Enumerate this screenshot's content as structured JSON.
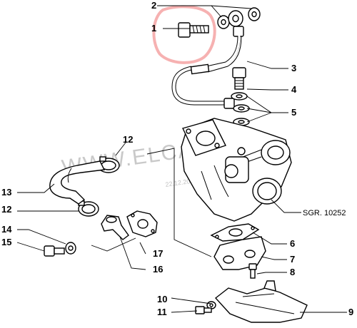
{
  "diagram": {
    "callouts": [
      {
        "id": "c1",
        "label": "1"
      },
      {
        "id": "c2",
        "label": "2"
      },
      {
        "id": "c3",
        "label": "3"
      },
      {
        "id": "c4",
        "label": "4"
      },
      {
        "id": "c5",
        "label": "5"
      },
      {
        "id": "c6",
        "label": "6"
      },
      {
        "id": "c7",
        "label": "7"
      },
      {
        "id": "c8",
        "label": "8"
      },
      {
        "id": "c9",
        "label": "9"
      },
      {
        "id": "c10",
        "label": "10"
      },
      {
        "id": "c11",
        "label": "11"
      },
      {
        "id": "c12a",
        "label": "12"
      },
      {
        "id": "c12b",
        "label": "12"
      },
      {
        "id": "c13",
        "label": "13"
      },
      {
        "id": "c14",
        "label": "14"
      },
      {
        "id": "c15",
        "label": "15"
      },
      {
        "id": "c16",
        "label": "16"
      },
      {
        "id": "c17",
        "label": "17"
      }
    ],
    "reference_label": "SGR. 10252",
    "watermark": "WWW.ELCATS.RU",
    "watermark_date": "22.12.20",
    "highlight_color": "#f4a3a3"
  }
}
